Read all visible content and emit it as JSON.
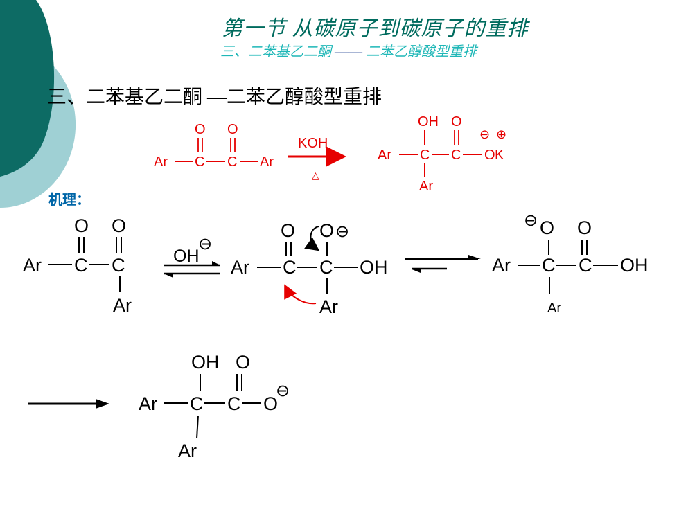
{
  "slide": {
    "title": "第一节 从碳原子到碳原子的重排",
    "subtitle_part1": "三、二苯基乙二酮",
    "subtitle_dash": "——",
    "subtitle_part2": "二苯乙醇酸型重排",
    "heading": "三、二苯基乙二酮 —二苯乙醇酸型重排",
    "mechanism_label": "机理：",
    "colors": {
      "title": "#006b5e",
      "subtitle": "#1fb7b7",
      "mechanism_label": "#0066a8",
      "reaction_red": "#e60000",
      "deco_dark": "#0d6b64",
      "deco_light": "#9fd0d4"
    }
  },
  "chem": {
    "ar": "Ar",
    "c": "C",
    "o": "O",
    "oh": "OH",
    "k": "K",
    "reagent": "KOH",
    "heat": "△",
    "hydroxide": "OH",
    "minus": "⊖",
    "plus": "⊕"
  }
}
